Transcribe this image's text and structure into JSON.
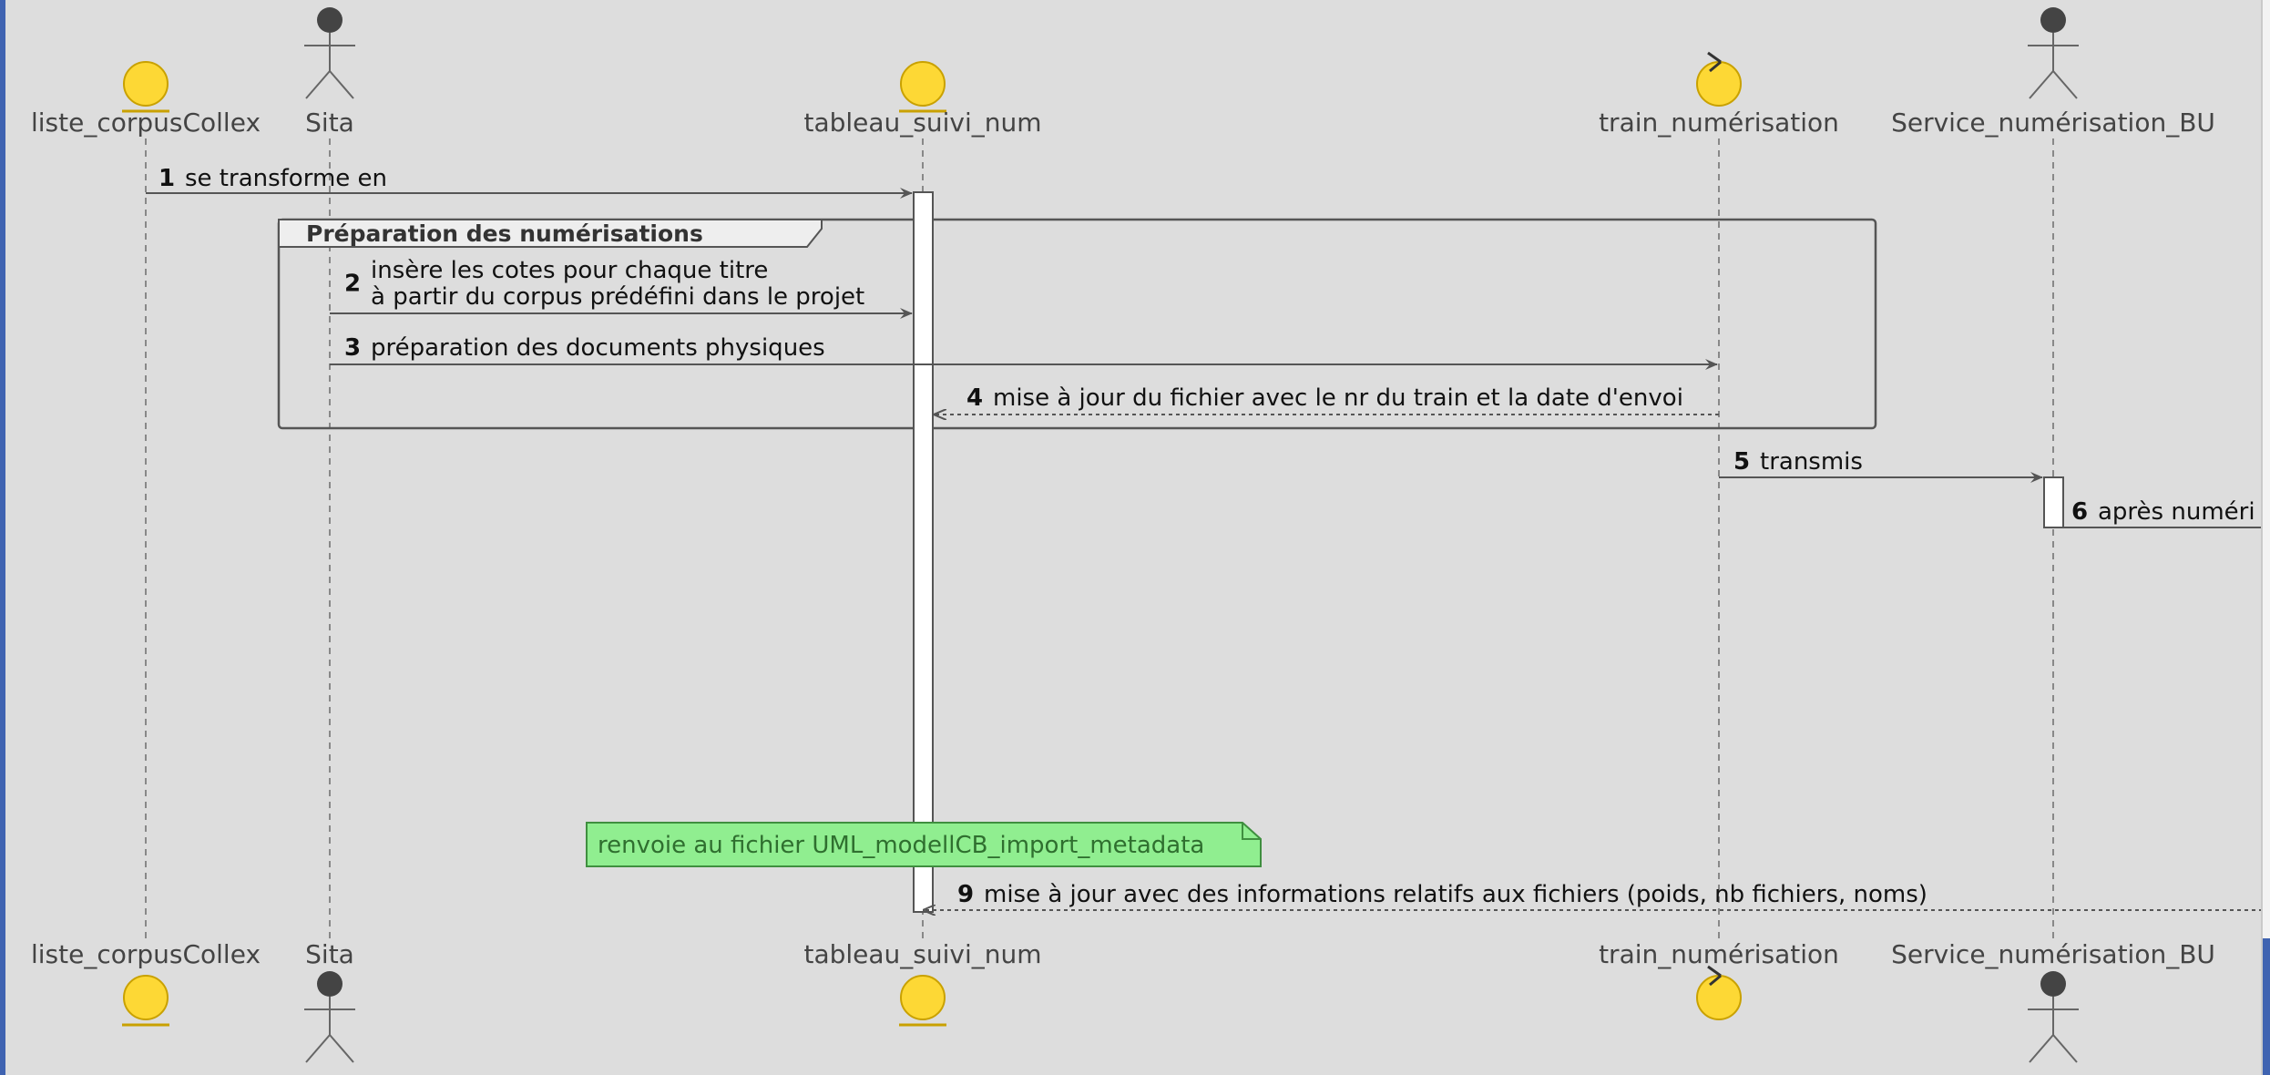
{
  "diagram": {
    "participants": [
      {
        "id": "p1",
        "label": "liste_corpusCollex",
        "kind": "entity"
      },
      {
        "id": "p2",
        "label": "Sita",
        "kind": "actor"
      },
      {
        "id": "p3",
        "label": "tableau_suivi_num",
        "kind": "entity"
      },
      {
        "id": "p4",
        "label": "train_numérisation",
        "kind": "control"
      },
      {
        "id": "p5",
        "label": "Service_numérisation_BU",
        "kind": "actor"
      }
    ],
    "group": {
      "title": "Préparation des numérisations"
    },
    "messages": [
      {
        "num": "1",
        "lines": [
          "se transforme en"
        ],
        "from": "p1",
        "to": "p3",
        "style": "solid"
      },
      {
        "num": "2",
        "lines": [
          "insère les cotes pour chaque titre",
          "à partir du corpus prédéfini dans le projet"
        ],
        "from": "p2",
        "to": "p3",
        "style": "solid"
      },
      {
        "num": "3",
        "lines": [
          "préparation des documents physiques"
        ],
        "from": "p2",
        "to": "p4",
        "style": "solid"
      },
      {
        "num": "4",
        "lines": [
          "mise à jour du fichier avec le nr du train et la date d'envoi"
        ],
        "from": "p4",
        "to": "p3",
        "style": "dashed"
      },
      {
        "num": "5",
        "lines": [
          "transmis"
        ],
        "from": "p4",
        "to": "p5",
        "style": "solid"
      },
      {
        "num": "6",
        "lines": [
          "après numéri"
        ],
        "from": "p5",
        "to": "offscreen",
        "style": "solid"
      },
      {
        "num": "9",
        "lines": [
          "mise à jour avec des informations relatifs aux fichiers (poids, nb fichiers, noms)"
        ],
        "from": "offscreen",
        "to": "p3",
        "style": "dashed"
      }
    ],
    "note": {
      "text": "renvoie au fichier UML_modellCB_import_metadata"
    },
    "colors": {
      "background": "#dddddd",
      "entity_fill": "#fdd835",
      "entity_stroke": "#c9a100",
      "actor": "#444444",
      "line": "#555555",
      "lifeline": "#888888",
      "note_fill": "#90ee90",
      "note_stroke": "#3f8f3f",
      "group_fill": "#eeeeee"
    }
  }
}
